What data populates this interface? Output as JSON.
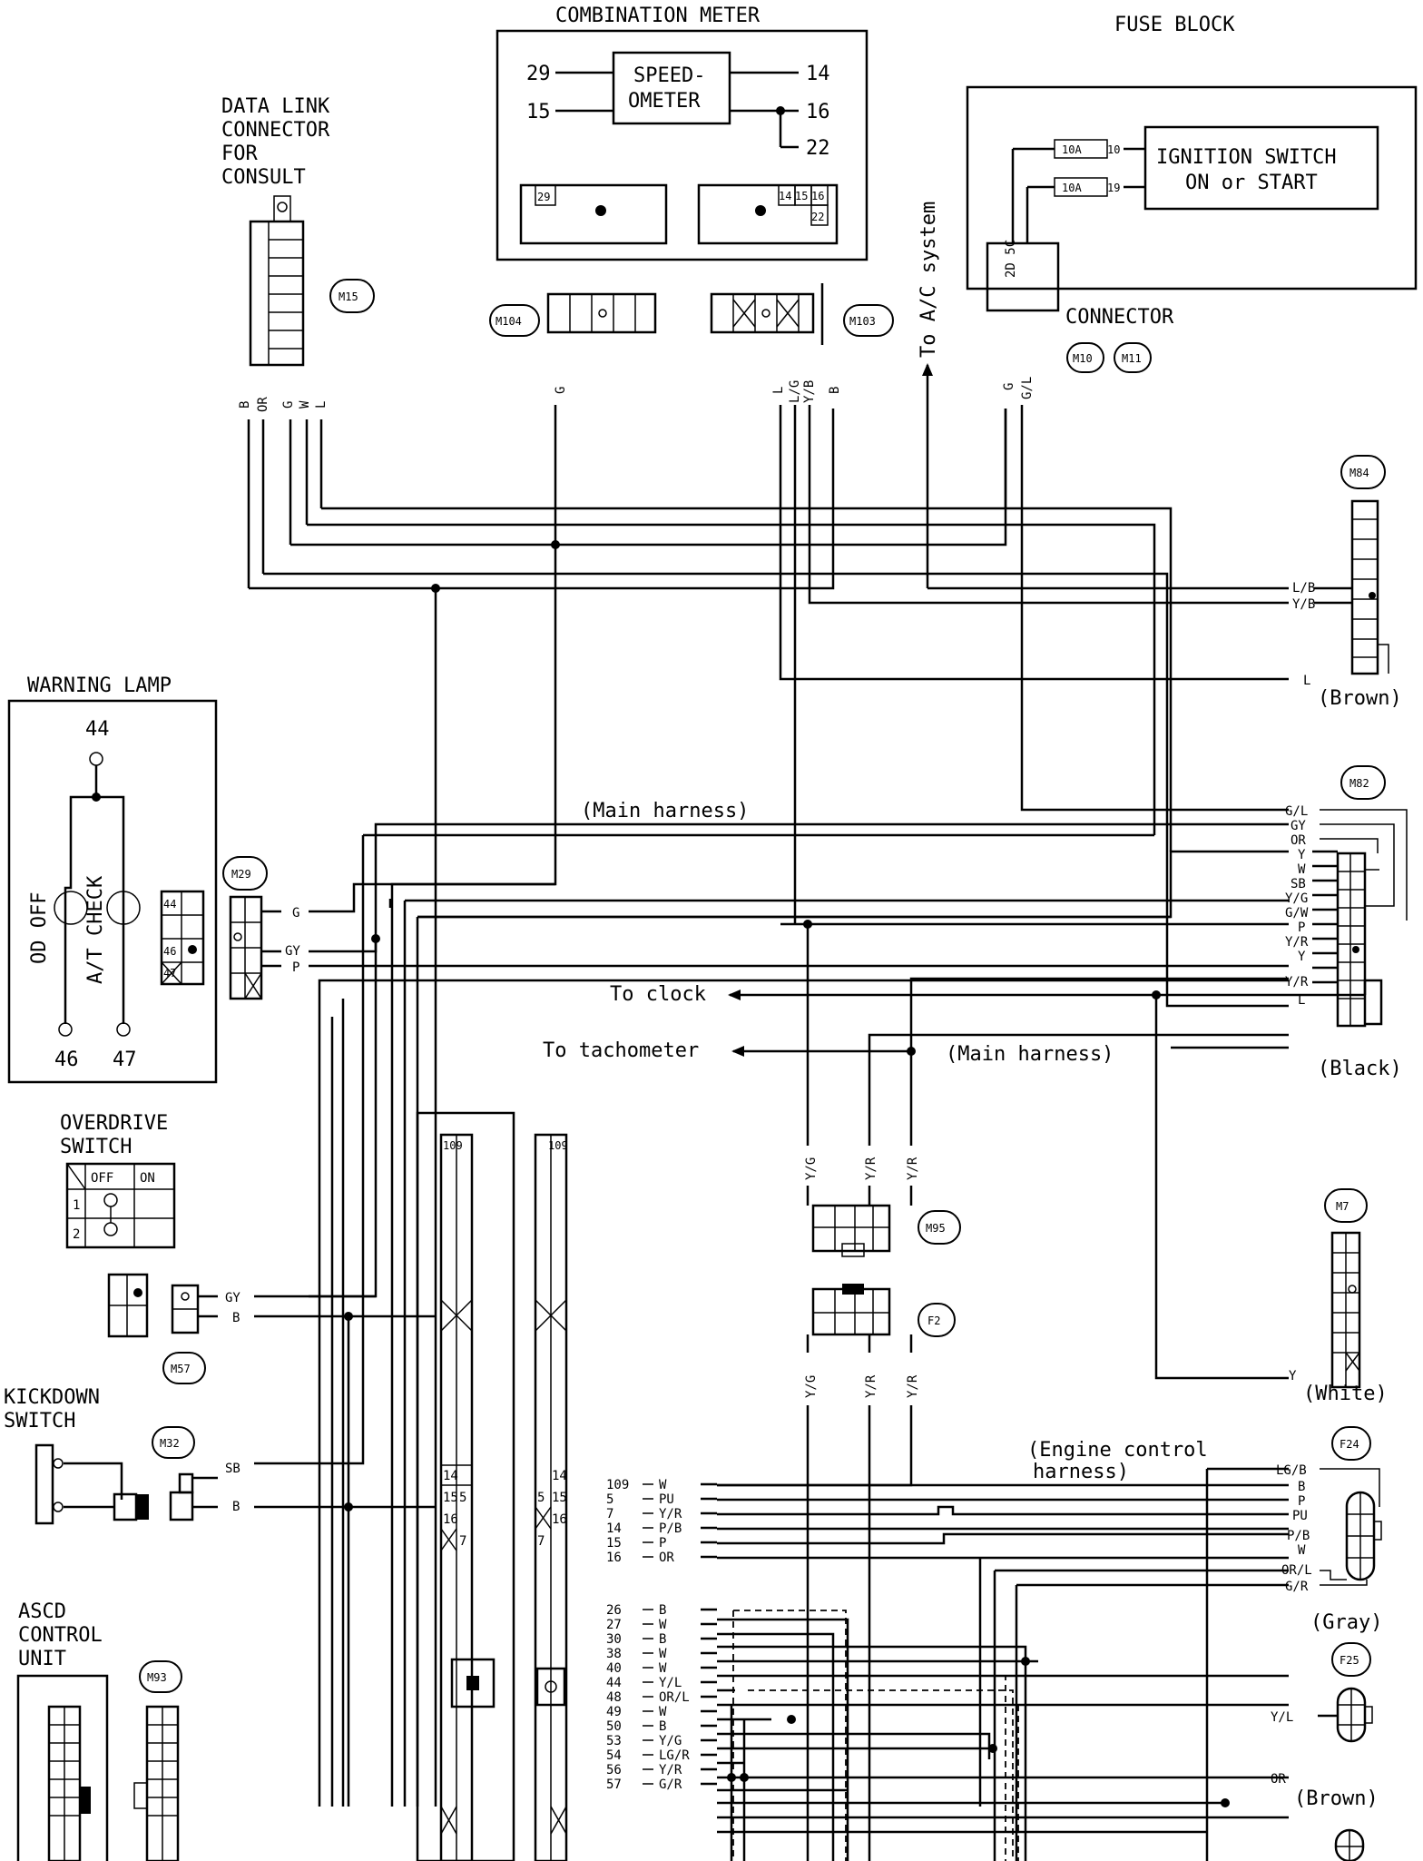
{
  "blocks": {
    "combination_meter": "COMBINATION METER",
    "speedometer_1": "SPEED-",
    "speedometer_2": "OMETER",
    "fuse_block": "FUSE BLOCK",
    "ignition_1": "IGNITION SWITCH",
    "ignition_2": "ON or START",
    "fuse_a": "10A",
    "fuse_a_pin": "10",
    "fuse_b": "10A",
    "fuse_b_pin": "19",
    "connector": "CONNECTOR",
    "connector_pins": "2D 5C",
    "data_link_1": "DATA LINK",
    "data_link_2": "CONNECTOR",
    "data_link_3": "FOR",
    "data_link_4": "CONSULT",
    "warning_lamp": "WARNING LAMP",
    "od_off": "OD OFF",
    "at_check": "A/T CHECK",
    "overdrive_1": "OVERDRIVE",
    "overdrive_2": "SWITCH",
    "od_table_off": "OFF",
    "od_table_on": "ON",
    "kickdown_1": "KICKDOWN",
    "kickdown_2": "SWITCH",
    "ascd_1": "ASCD",
    "ascd_2": "CONTROL",
    "ascd_3": "UNIT",
    "to_ac": "To A/C system",
    "to_clock": "To clock",
    "to_tach": "To tachometer",
    "main_harness_1": "(Main harness)",
    "main_harness_2": "(Main harness)",
    "engine_harness_1": "(Engine control",
    "engine_harness_2": "harness)"
  },
  "connectors": {
    "m15": "M15",
    "m104": "M104",
    "m103": "M103",
    "m10": "M10",
    "m11": "M11",
    "m84": "M84",
    "m82": "M82",
    "m29": "M29",
    "m57": "M57",
    "m32": "M32",
    "m93": "M93",
    "m95": "M95",
    "f2": "F2",
    "m7": "M7",
    "f24": "F24",
    "f25": "F25"
  },
  "meter_pins": {
    "p29": "29",
    "p15": "15",
    "p14": "14",
    "p16": "16",
    "p22": "22",
    "c29": "29",
    "c14": "14",
    "c15": "15",
    "c16": "16",
    "c22": "22"
  },
  "lamp_pins": {
    "p44": "44",
    "p46": "46",
    "p47": "47",
    "c44": "44",
    "c46": "46",
    "c47": "47"
  },
  "ecu_pins": {
    "a109": "109",
    "b109": "109",
    "a14": "14",
    "a15": "15",
    "a16": "16",
    "a5": "5",
    "a7": "7",
    "b14": "14",
    "b15": "15",
    "b16": "16",
    "b5": "5",
    "b7": "7"
  },
  "wire_colors": {
    "m15_b": "B",
    "m15_or": "OR",
    "m15_g": "G",
    "m15_w": "W",
    "m15_l": "L",
    "m104_g": "G",
    "m103_l": "L",
    "m103_lg": "L/G",
    "m103_yb": "Y/B",
    "m103_b": "B",
    "conn_g": "G",
    "conn_gl": "G/L",
    "m29_g": "G",
    "m29_gy": "GY",
    "m29_p": "P",
    "m57_gy": "GY",
    "m57_b": "B",
    "m32_sb": "SB",
    "m32_b": "B",
    "m95_yg": "Y/G",
    "m95_yr1": "Y/R",
    "m95_yr2": "Y/R",
    "f2_yg": "Y/G",
    "f2_yr1": "Y/R",
    "f2_yr2": "Y/R"
  },
  "right_connectors": {
    "m84_wires": [
      "L/B",
      "Y/B",
      "L"
    ],
    "m84_color": "(Brown)",
    "m82_wires": [
      "G/L",
      "GY",
      "OR",
      "Y",
      "W",
      "SB",
      "Y/G",
      "G/W",
      "P",
      "Y/R",
      "Y",
      "Y/R",
      "L"
    ],
    "m82_color": "(Black)",
    "m7_wires": [
      "Y"
    ],
    "m7_color": "(White)",
    "f24_wires": [
      "LG/B",
      "B",
      "P",
      "PU",
      "P/B",
      "W",
      "OR/L",
      "G/R"
    ],
    "f24_color": "(Gray)",
    "f25_wires": [
      "Y/L",
      "OR"
    ],
    "f25_color": "(Brown)"
  },
  "ecu_terminals": [
    {
      "pin": "109",
      "color": "W"
    },
    {
      "pin": "5",
      "color": "PU"
    },
    {
      "pin": "7",
      "color": "Y/R"
    },
    {
      "pin": "14",
      "color": "P/B"
    },
    {
      "pin": "15",
      "color": "P"
    },
    {
      "pin": "16",
      "color": "OR"
    },
    {
      "pin": "26",
      "color": "B"
    },
    {
      "pin": "27",
      "color": "W"
    },
    {
      "pin": "30",
      "color": "B"
    },
    {
      "pin": "38",
      "color": "W"
    },
    {
      "pin": "40",
      "color": "W"
    },
    {
      "pin": "44",
      "color": "Y/L"
    },
    {
      "pin": "48",
      "color": "OR/L"
    },
    {
      "pin": "49",
      "color": "W"
    },
    {
      "pin": "50",
      "color": "B"
    },
    {
      "pin": "53",
      "color": "Y/G"
    },
    {
      "pin": "54",
      "color": "LG/R"
    },
    {
      "pin": "56",
      "color": "Y/R"
    },
    {
      "pin": "57",
      "color": "G/R"
    }
  ]
}
